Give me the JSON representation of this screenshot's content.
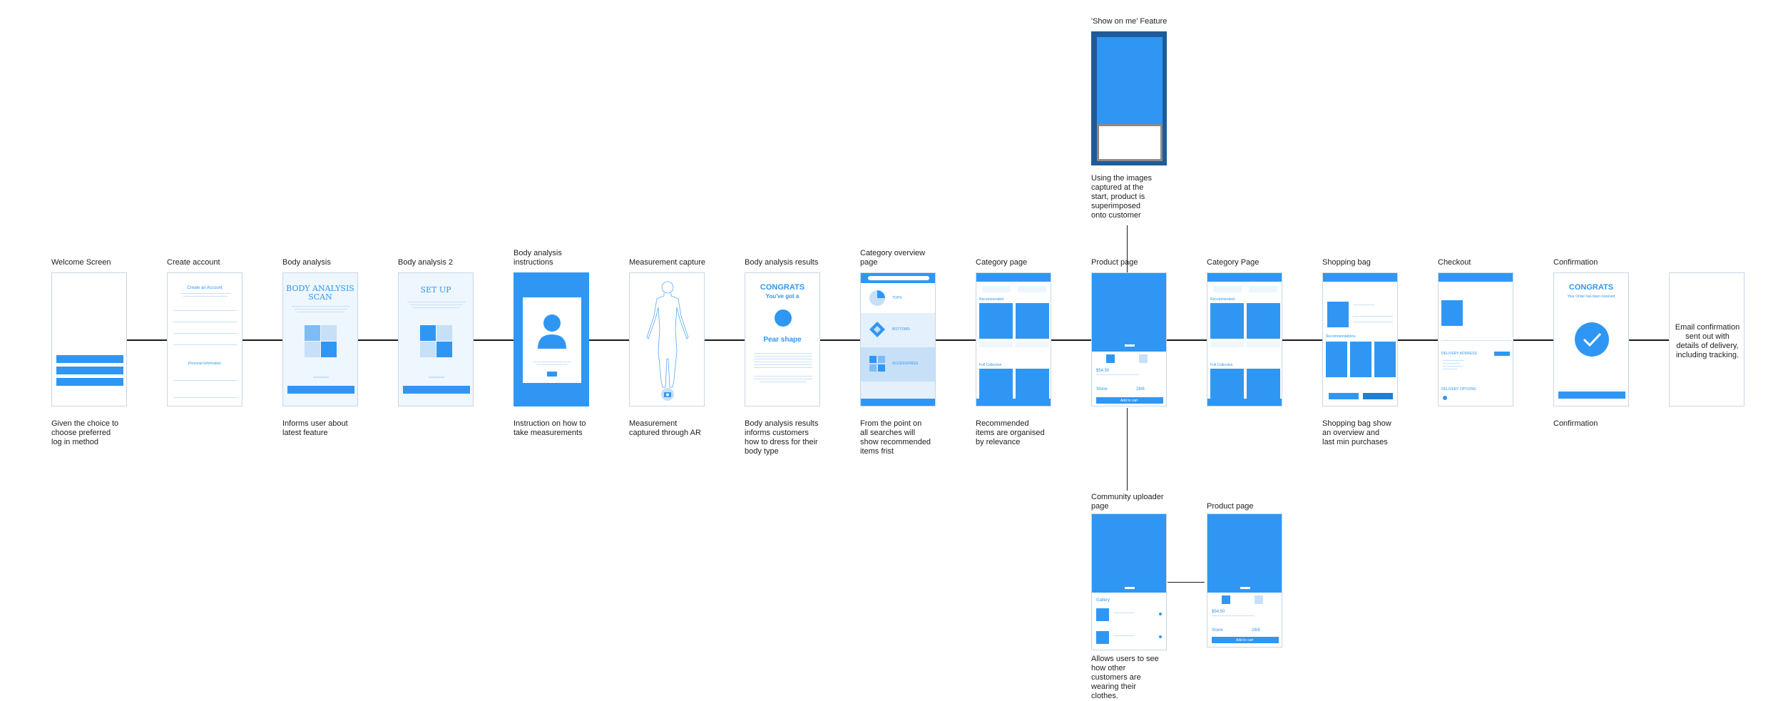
{
  "flow": [
    {
      "id": "welcome",
      "title": "Welcome Screen",
      "caption": "Given the choice to choose preferred log in method"
    },
    {
      "id": "create-account",
      "title": "Create account",
      "caption": ""
    },
    {
      "id": "body-analysis",
      "title": "Body analysis",
      "caption": "Informs user about latest feature"
    },
    {
      "id": "body-analysis-2",
      "title": "Body analysis 2",
      "caption": ""
    },
    {
      "id": "instructions",
      "title": "Body analysis instructions",
      "caption": "Instruction on how to take measurements"
    },
    {
      "id": "measurement",
      "title": "Measurement capture",
      "caption": "Measurement captured through AR"
    },
    {
      "id": "results",
      "title": "Body analysis results",
      "caption": "Body analysis results informs customers how to dress for their body type"
    },
    {
      "id": "category-overview",
      "title": "Category overview page",
      "caption": "From the point on all searches will show recommended items frist"
    },
    {
      "id": "category",
      "title": "Category page",
      "caption": "Recommended items are organised by relevance"
    },
    {
      "id": "product",
      "title": "Product page",
      "caption": ""
    },
    {
      "id": "category-2",
      "title": "Category Page",
      "caption": ""
    },
    {
      "id": "bag",
      "title": "Shopping bag",
      "caption": "Shopping bag show an overview and last min purchases"
    },
    {
      "id": "checkout",
      "title": "Checkout",
      "caption": ""
    },
    {
      "id": "confirmation",
      "title": "Confirmation",
      "caption": "Confirmation"
    },
    {
      "id": "email",
      "title": "",
      "caption": ""
    }
  ],
  "show_on_me": {
    "title": "'Show on me' Feature",
    "caption": "Using the images captured at the start, product is superimposed onto customer"
  },
  "community": {
    "title": "Community uploader page",
    "caption": "Allows users to see how other customers are wearing their clothes."
  },
  "product_2": {
    "title": "Product page"
  },
  "email_box_text": "Email confirmation sent out with details of delivery, including tracking.",
  "screens": {
    "create_account": {
      "heading": "Create an Account",
      "section": "Personal Information"
    },
    "body_analysis": {
      "heading_1": "BODY ANALYSIS",
      "heading_2": "SCAN"
    },
    "body_analysis_2": {
      "heading": "SET UP"
    },
    "results": {
      "heading_1": "CONGRATS",
      "heading_2": "You've got a",
      "shape": "Pear shape"
    },
    "category_overview": {
      "items": [
        "TOPS",
        "BOTTOMS",
        "ACCESSORIES"
      ]
    },
    "category": {
      "section_1": "Recommended",
      "section_2": "Full Collection"
    },
    "product": {
      "price": "$54.50",
      "size_label": "Stone",
      "size_value": "28/8",
      "button": "Add to cart"
    },
    "category_2": {
      "section_1": "Recommended",
      "section_2": "Full Collection"
    },
    "bag": {
      "section": "Recommendations"
    },
    "checkout": {
      "delivery_address": "DELIVERY ADDRESS",
      "delivery_options": "DELIVERY OPTIONS"
    },
    "confirmation": {
      "heading": "CONGRATS",
      "subheading": "Your Order has been received"
    },
    "community": {
      "label": "Gallery"
    },
    "product_2": {
      "price": "$54.50",
      "size_label": "Stone",
      "size_value": "28/8",
      "button": "Add to cart"
    }
  },
  "colors": {
    "accent": "#2f97f3",
    "pale": "#c7e0f8",
    "line": "#1a1a1a",
    "border": "#c9d6e4"
  }
}
